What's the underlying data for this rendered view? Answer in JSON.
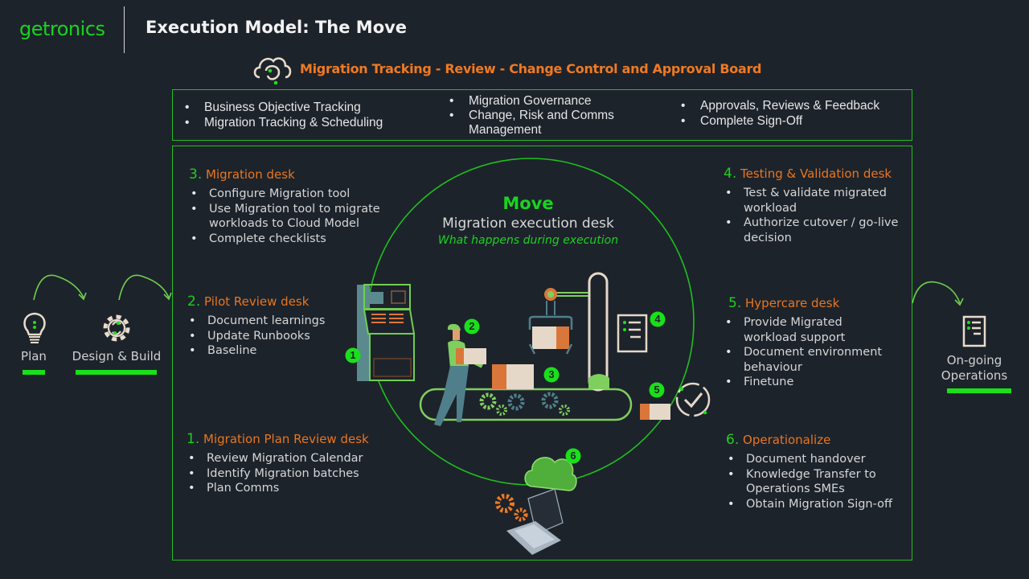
{
  "header": {
    "logo": "getronics",
    "title": "Execution Model: The Move"
  },
  "board": {
    "icon": "cloud-icon",
    "title": "Migration Tracking - Review - Change Control and Approval Board",
    "columns": [
      [
        "Business Objective Tracking",
        "Migration Tracking & Scheduling"
      ],
      [
        "Migration Governance",
        "Change, Risk and Comms Management"
      ],
      [
        "Approvals, Reviews & Feedback",
        "Complete Sign-Off"
      ]
    ]
  },
  "center": {
    "title": "Move",
    "subtitle": "Migration execution desk",
    "tagline": "What happens during execution",
    "markers": [
      "1",
      "2",
      "3",
      "4",
      "5",
      "6"
    ]
  },
  "desks": [
    {
      "num": "1.",
      "title": "Migration Plan Review desk",
      "items": [
        "Review Migration Calendar",
        "Identify Migration batches",
        "Plan Comms"
      ]
    },
    {
      "num": "2.",
      "title": "Pilot Review desk",
      "items": [
        "Document learnings",
        "Update Runbooks",
        "Baseline"
      ]
    },
    {
      "num": "3.",
      "title": "Migration desk",
      "items": [
        "Configure Migration tool",
        "Use Migration tool to migrate workloads to Cloud Model",
        "Complete checklists"
      ]
    },
    {
      "num": "4.",
      "title": "Testing & Validation desk",
      "items": [
        "Test & validate migrated workload",
        "Authorize cutover / go-live decision"
      ]
    },
    {
      "num": "5.",
      "title": "Hypercare desk",
      "items": [
        "Provide Migrated workload support",
        "Document environment behaviour",
        "Finetune"
      ]
    },
    {
      "num": "6.",
      "title": "Operationalize",
      "items": [
        "Document handover",
        "Knowledge Transfer to Operations SMEs",
        "Obtain Migration Sign-off"
      ]
    }
  ],
  "phases": {
    "plan": {
      "label": "Plan",
      "icon": "lightbulb-icon"
    },
    "design": {
      "label": "Design & Build",
      "icon": "gear-icon"
    },
    "ops": {
      "label": "On-going Operations",
      "icon": "document-icon"
    }
  },
  "colors": {
    "background": "#1d232b",
    "brand_green": "#19d320",
    "accent_orange": "#ef7a22",
    "border_green": "#1fbf1f"
  }
}
